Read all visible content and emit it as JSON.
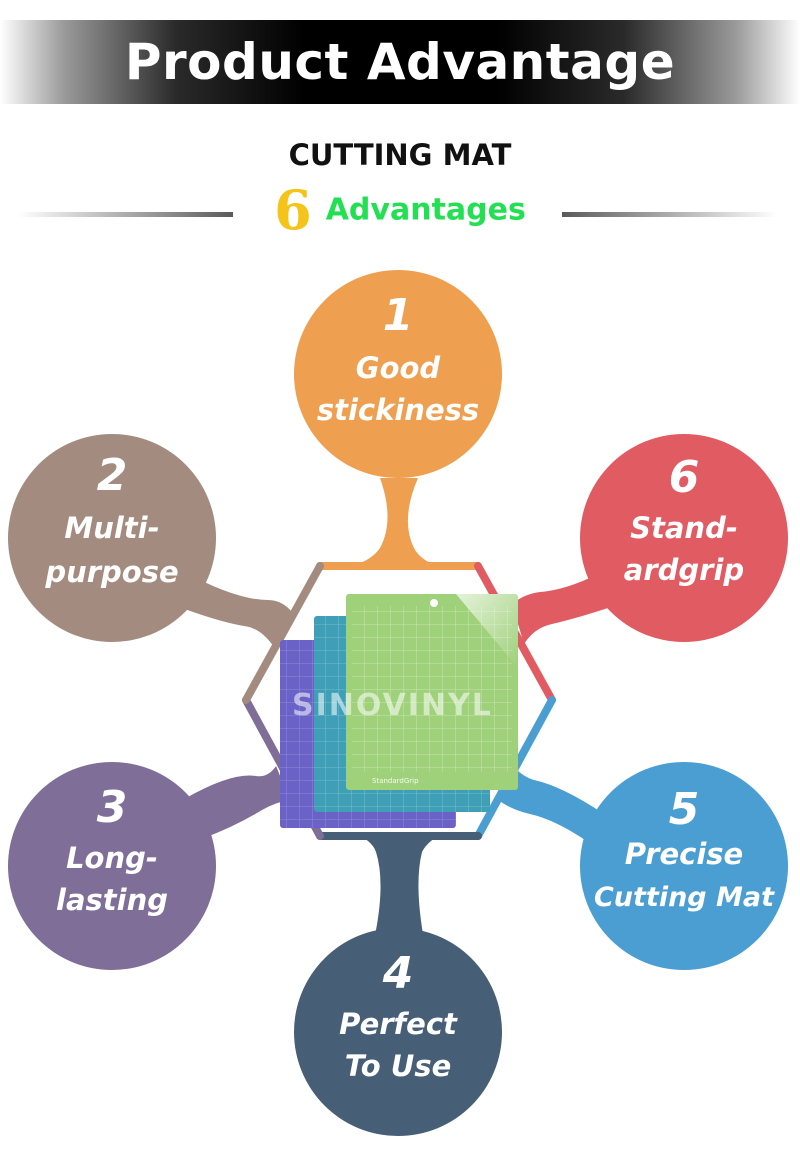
{
  "header": {
    "title": "Product Advantage"
  },
  "subtitle": "CUTTING MAT",
  "advantages_heading": {
    "number": "6",
    "word": "Advantages"
  },
  "watermark": "SINOVINYL",
  "mat_label": "StandardGrip",
  "colors": {
    "orange": "#ee9f4f",
    "brown": "#a38b7f",
    "purple": "#7e6e98",
    "navy": "#465e76",
    "blue": "#4b9ed1",
    "red": "#e15b62",
    "green_mat": "#9fd07a",
    "teal_mat": "#3f9fb6",
    "violet_mat": "#6a62c6"
  },
  "bubbles": [
    {
      "number": "1",
      "line1": "Good",
      "line2": "stickiness"
    },
    {
      "number": "2",
      "line1": "Multi-",
      "line2": "purpose"
    },
    {
      "number": "3",
      "line1": "Long-",
      "line2": "lasting"
    },
    {
      "number": "4",
      "line1": "Perfect",
      "line2": "To Use"
    },
    {
      "number": "5",
      "line1": "Precise",
      "line2": "Cutting Mat"
    },
    {
      "number": "6",
      "line1": "Stand-",
      "line2": "ardgrip"
    }
  ]
}
